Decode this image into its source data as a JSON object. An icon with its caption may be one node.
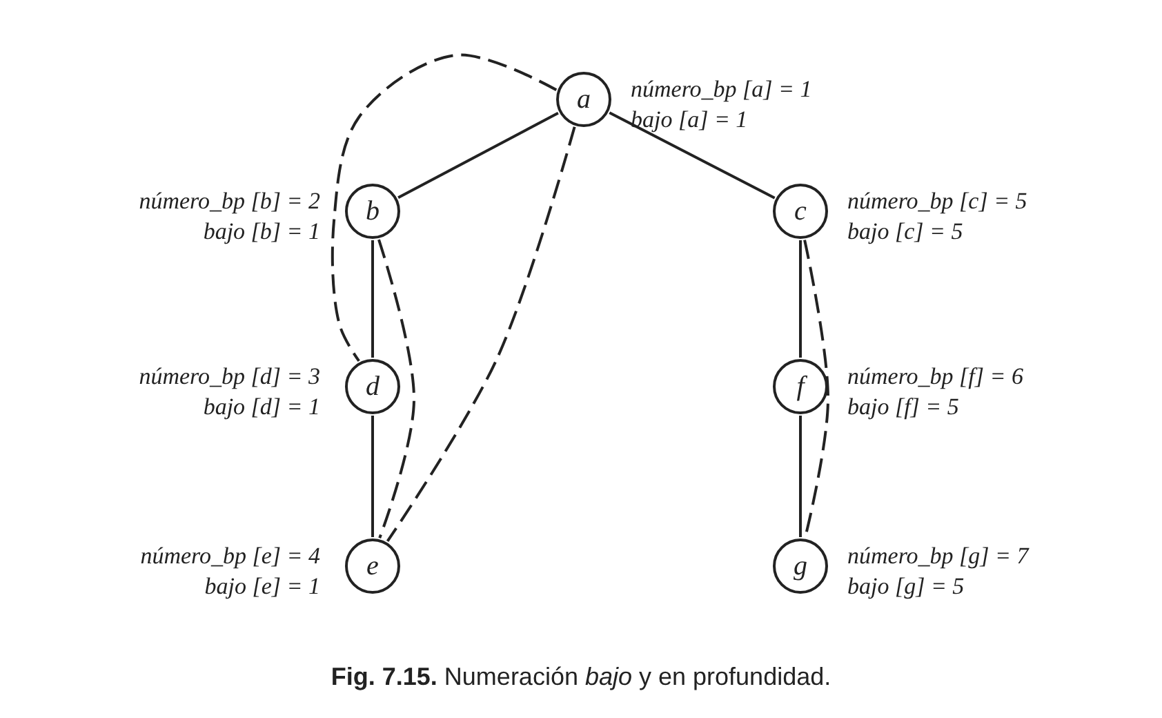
{
  "diagram": {
    "caption": "**Fig. 7.15.** Numeración *bajo* y en profundidad.",
    "nodes": [
      {
        "text": [
          "a"
        ],
        "beside": [
          "número_bp [a] = 1",
          "bajo [a] = 1"
        ]
      },
      {
        "text": [
          "b"
        ],
        "beside": [
          "número_bp [b] = 2",
          "bajo [b] = 1"
        ]
      },
      {
        "text": [
          "c"
        ],
        "beside": [
          "número_bp [c] = 5",
          "bajo [c] = 5"
        ]
      },
      {
        "text": [
          "d"
        ],
        "beside": [
          "número_bp [d] = 3",
          "bajo [d] = 1"
        ]
      },
      {
        "text": [
          "f"
        ],
        "beside": [
          "número_bp [f] = 6",
          "bajo [f] = 5"
        ]
      },
      {
        "text": [
          "e"
        ],
        "beside": [
          "número_bp [e] = 4",
          "bajo [e] = 1"
        ]
      },
      {
        "text": [
          "g"
        ],
        "beside": [
          "número_bp [g] = 7",
          "bajo [g] = 5"
        ]
      }
    ],
    "edges": [
      {
        "from": 0,
        "to": 1,
        "arrow": "none"
      },
      {
        "from": 0,
        "to": 2,
        "arrow": "none"
      },
      {
        "from": 1,
        "to": 3,
        "arrow": "none"
      },
      {
        "from": 3,
        "to": 5,
        "arrow": "none"
      },
      {
        "from": 2,
        "to": 4,
        "arrow": "none"
      },
      {
        "from": 4,
        "to": 6,
        "arrow": "none"
      },
      {
        "from": 0,
        "to": 3,
        "arrow": "none",
        "style": "dashed"
      },
      {
        "from": 1,
        "to": 5,
        "arrow": "none",
        "style": "dashed"
      },
      {
        "from": 0,
        "to": 5,
        "arrow": "none",
        "style": "dashed"
      },
      {
        "from": 2,
        "to": 6,
        "arrow": "none",
        "style": "dashed"
      }
    ]
  }
}
